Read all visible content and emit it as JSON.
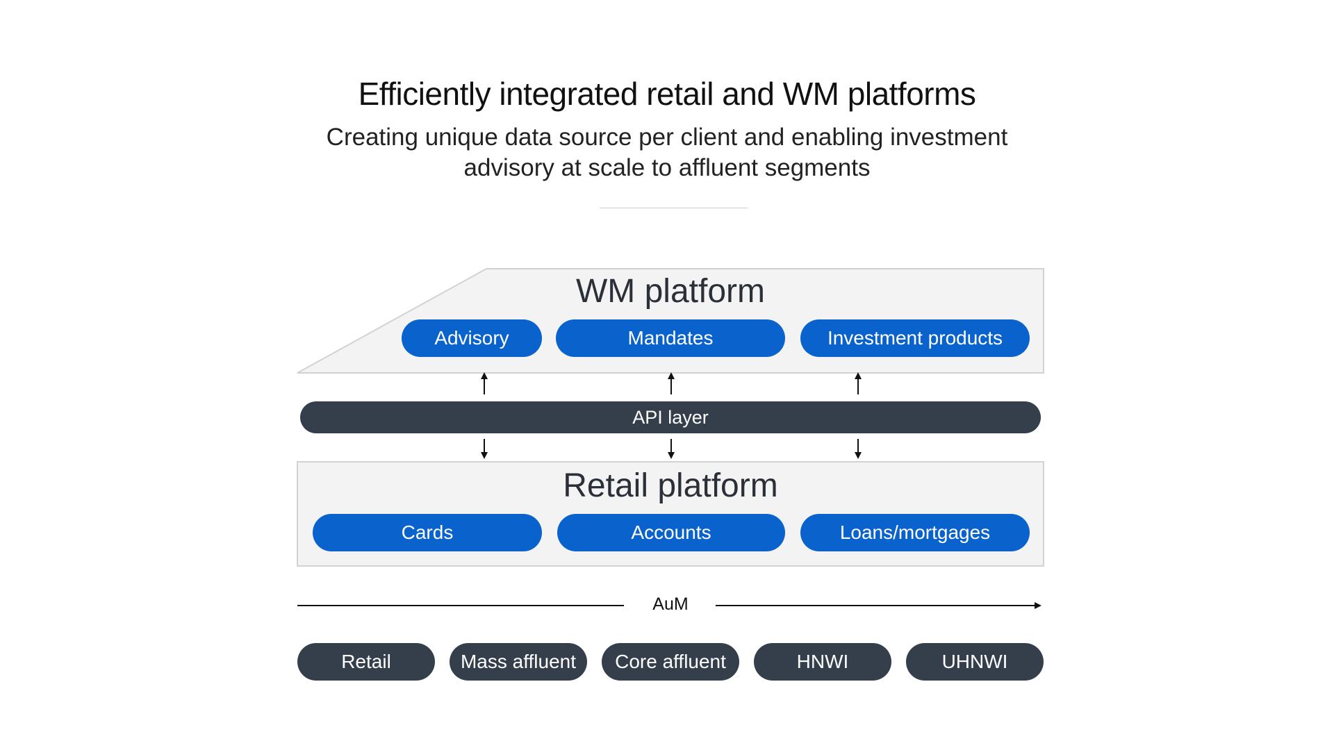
{
  "header": {
    "title": "Efficiently integrated retail and WM platforms",
    "subtitle_line1": "Creating unique data source per client and enabling investment",
    "subtitle_line2": "advisory at scale to affluent segments"
  },
  "wm_platform": {
    "title": "WM platform",
    "items": [
      "Advisory",
      "Mandates",
      "Investment products"
    ]
  },
  "api_layer": {
    "label": "API layer"
  },
  "retail_platform": {
    "title": "Retail platform",
    "items": [
      "Cards",
      "Accounts",
      "Loans/mortgages"
    ]
  },
  "aum_axis": {
    "label": "AuM"
  },
  "segments": [
    "Retail",
    "Mass affluent",
    "Core affluent",
    "HNWI",
    "UHNWI"
  ],
  "colors": {
    "pill_blue": "#0a63cc",
    "dark_slate": "#353f4c",
    "panel_fill": "#f3f3f3",
    "panel_border": "#d2d2d2"
  }
}
